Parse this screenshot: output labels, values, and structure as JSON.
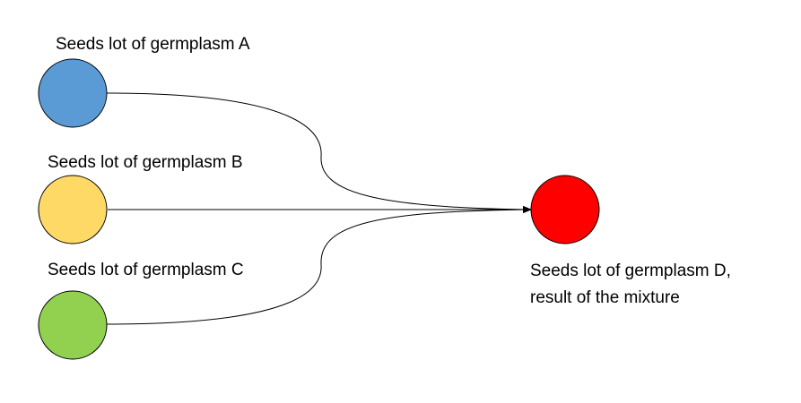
{
  "nodes": [
    {
      "id": "A",
      "label": "Seeds lot of germplasm A",
      "color": "#5b9bd5"
    },
    {
      "id": "B",
      "label": "Seeds lot of germplasm B",
      "color": "#ffd966"
    },
    {
      "id": "C",
      "label": "Seeds lot of germplasm C",
      "color": "#92d050"
    },
    {
      "id": "D",
      "label_line1": "Seeds lot of germplasm D,",
      "label_line2": "result of the mixture",
      "color": "#ff0000"
    }
  ],
  "edges": [
    {
      "from": "A",
      "to": "D"
    },
    {
      "from": "B",
      "to": "D"
    },
    {
      "from": "C",
      "to": "D"
    }
  ]
}
